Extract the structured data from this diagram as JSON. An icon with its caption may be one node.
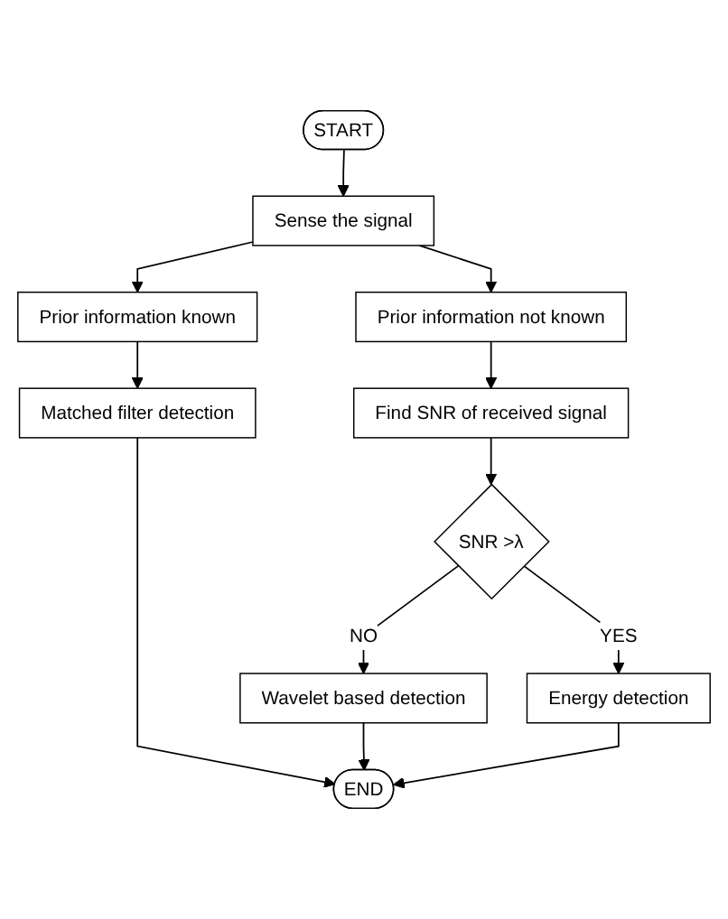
{
  "diagram": {
    "nodes": [
      {
        "text": [
          "START"
        ]
      },
      {
        "text": [
          "Sense the signal"
        ]
      },
      {
        "text": [
          "Prior information known"
        ]
      },
      {
        "text": [
          "Prior information not known"
        ]
      },
      {
        "text": [
          "Matched filter detection"
        ]
      },
      {
        "text": [
          "Find SNR of received signal"
        ]
      },
      {
        "text": [
          "SNR >λ"
        ]
      },
      {
        "text": [
          "Wavelet based detection"
        ]
      },
      {
        "text": [
          "Energy detection"
        ]
      },
      {
        "text": [
          "END"
        ]
      }
    ],
    "edges": [
      {
        "from": 0,
        "to": 1,
        "arrow": "to"
      },
      {
        "from": 1,
        "to": 2,
        "arrow": "to"
      },
      {
        "from": 1,
        "to": 3,
        "arrow": "to"
      },
      {
        "from": 2,
        "to": 4,
        "arrow": "to"
      },
      {
        "from": 3,
        "to": 5,
        "arrow": "to"
      },
      {
        "from": 5,
        "to": 6,
        "arrow": "to"
      },
      {
        "from": 6,
        "to": 7,
        "label": "NO",
        "arrow": "to"
      },
      {
        "from": 6,
        "to": 8,
        "label": "YES",
        "arrow": "to"
      },
      {
        "from": 4,
        "to": 9,
        "arrow": "to"
      },
      {
        "from": 7,
        "to": 9,
        "arrow": "to"
      },
      {
        "from": 8,
        "to": 9,
        "arrow": "to"
      }
    ]
  }
}
